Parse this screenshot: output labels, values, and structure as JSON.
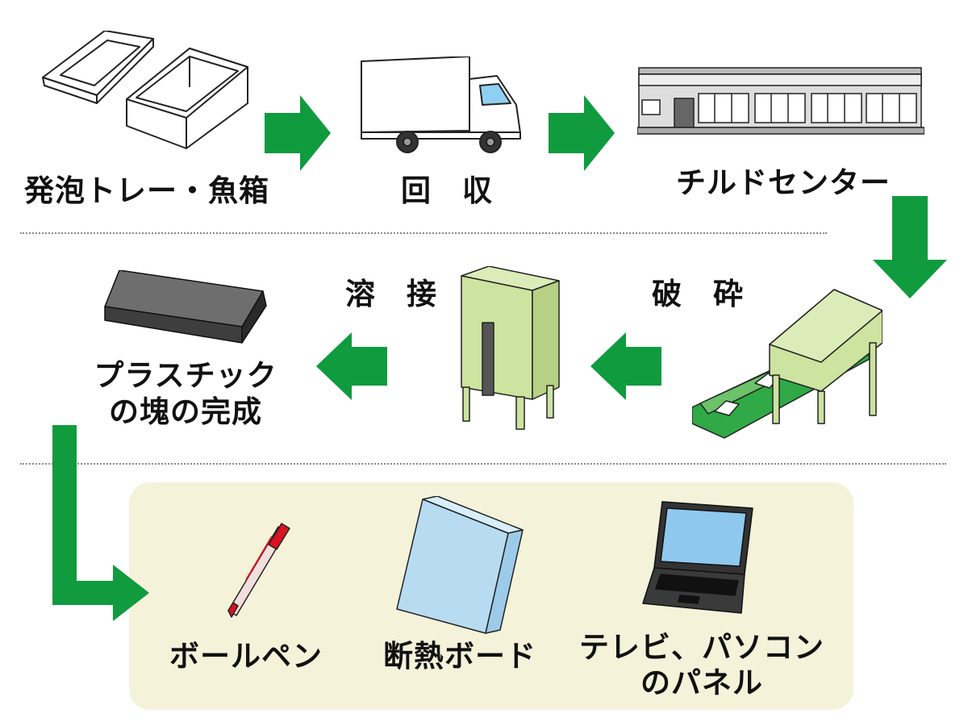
{
  "steps": {
    "trays": "発泡トレー・魚箱",
    "collection": "回　収",
    "chilled_center": "チルドセンター",
    "crushing": "破　砕",
    "melting": "溶　接",
    "block_line1": "プラスチック",
    "block_line2": "の塊の完成"
  },
  "products": {
    "pen": "ボールペン",
    "board": "断熱ボード",
    "tv_line1": "テレビ、パソコン",
    "tv_line2": "のパネル"
  },
  "colors": {
    "arrow": "#0f9b3e",
    "machine": "#cde3a0",
    "panel": "#f5f2da",
    "board": "#b7dcf2",
    "pen": "#d7141f"
  },
  "icons": [
    "tray-icon",
    "truck-icon",
    "warehouse-icon",
    "crusher-icon",
    "melter-icon",
    "plastic-block-icon",
    "pen-icon",
    "board-icon",
    "laptop-icon"
  ]
}
